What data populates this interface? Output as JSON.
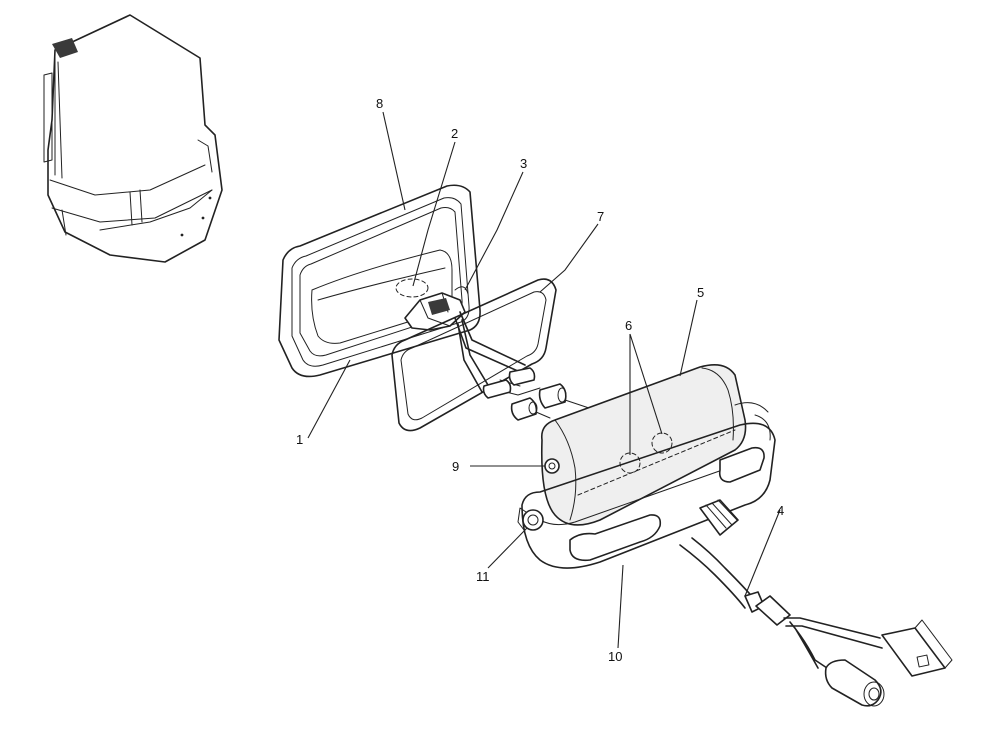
{
  "callouts": [
    {
      "id": "1",
      "text": "1"
    },
    {
      "id": "2",
      "text": "2"
    },
    {
      "id": "3",
      "text": "3"
    },
    {
      "id": "4",
      "text": "4"
    },
    {
      "id": "5",
      "text": "5"
    },
    {
      "id": "6",
      "text": "6"
    },
    {
      "id": "7",
      "text": "7"
    },
    {
      "id": "8",
      "text": "8"
    },
    {
      "id": "9",
      "text": "9"
    },
    {
      "id": "10",
      "text": "10"
    },
    {
      "id": "11",
      "text": "11"
    }
  ],
  "colors": {
    "line": "#222222",
    "background": "#ffffff"
  },
  "icons": {
    "vehicle": "tractor-cab-icon"
  }
}
